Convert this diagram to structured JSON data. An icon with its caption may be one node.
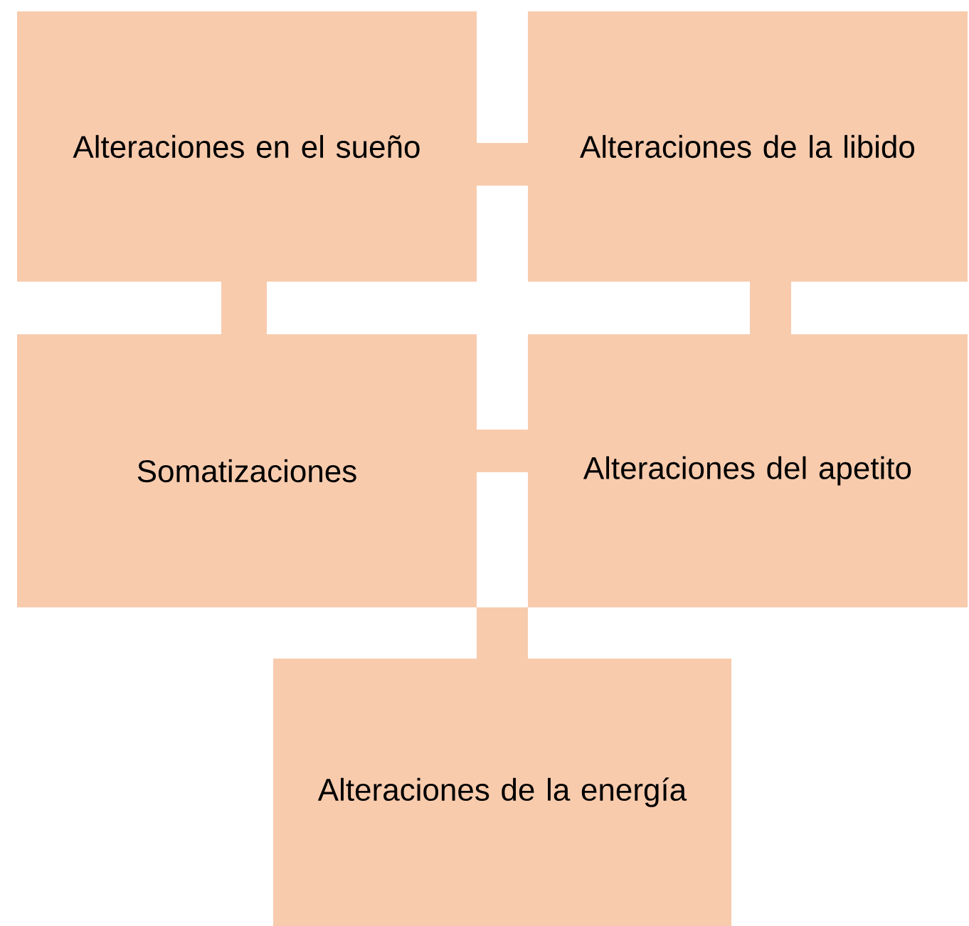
{
  "diagram": {
    "nodes": [
      {
        "text": [
          "Alteraciones en el sueño"
        ]
      },
      {
        "text": [
          "Alteraciones de la libido"
        ]
      },
      {
        "text": [
          "Somatizaciones"
        ]
      },
      {
        "text": [
          "Alteraciones del apetito"
        ]
      },
      {
        "text": [
          "Alteraciones de la energía"
        ]
      }
    ],
    "edges": [
      {
        "from": 0,
        "to": 1,
        "arrow": "none"
      },
      {
        "from": 0,
        "to": 2,
        "arrow": "none"
      },
      {
        "from": 1,
        "to": 3,
        "arrow": "none"
      },
      {
        "from": 2,
        "to": 3,
        "arrow": "none"
      },
      {
        "from": 2,
        "to": 4,
        "arrow": "none"
      }
    ]
  }
}
